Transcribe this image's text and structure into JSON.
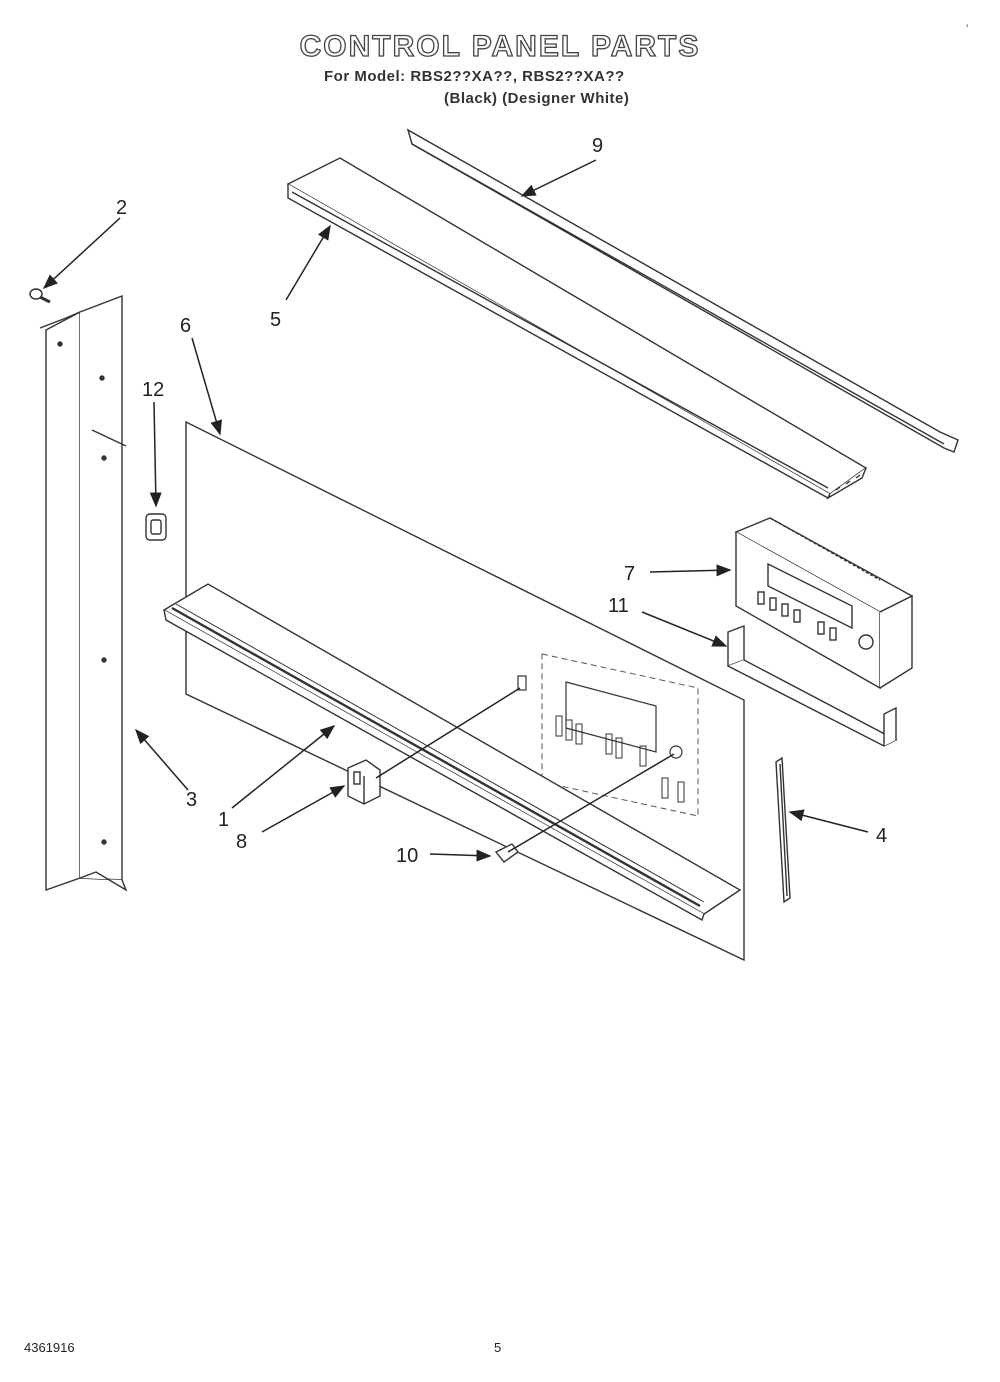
{
  "header": {
    "title": "CONTROL PANEL PARTS",
    "model_line": "For Model: RBS2??XA??, RBS2??XA??",
    "finish_line": "(Black)   (Designer White)"
  },
  "corner_mark": "'",
  "callouts": [
    "1",
    "2",
    "3",
    "4",
    "5",
    "6",
    "7",
    "8",
    "9",
    "10",
    "11",
    "12"
  ],
  "footer": {
    "code": "4361916",
    "page": "5"
  }
}
